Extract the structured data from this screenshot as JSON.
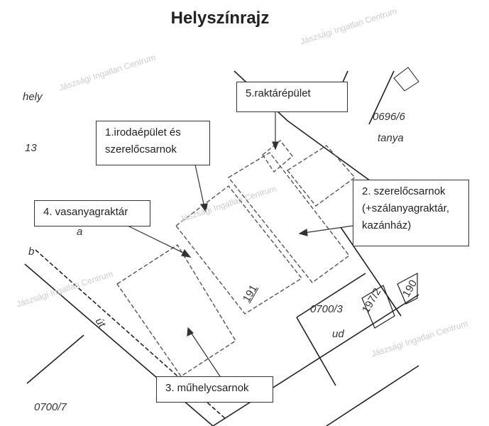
{
  "title": "Helyszínrajz",
  "callouts": {
    "b1": "1.irodaépület és szerelőcsarnok",
    "b2": "2. szerelőcsarnok (+szálanyagraktár, kazánház)",
    "b3": "3. műhelycsarnok",
    "b4": "4. vasanyagraktár",
    "b5": "5.raktárépület"
  },
  "map_labels": {
    "hely": "hely",
    "p13": "13",
    "a": "a",
    "b": "b",
    "p0696_6": "0696/6",
    "tanya": "tanya",
    "p191": "191",
    "p0700_3": "0700/3",
    "ud": "ud",
    "p197_2": "197/2",
    "p190": "190",
    "ut": "út",
    "p0700_7": "0700/7"
  },
  "watermark": "Jászsági Ingatlan Centrum"
}
